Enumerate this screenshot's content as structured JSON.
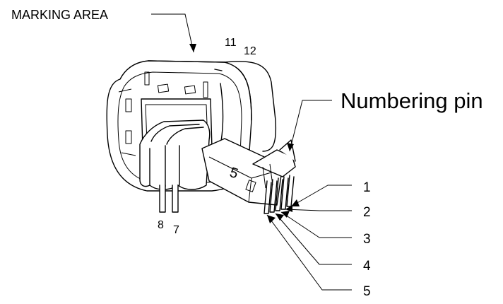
{
  "labels": {
    "marking_area": "MARKING AREA",
    "numbering_pin": "Numbering pin",
    "pin_11": "11",
    "pin_12": "12",
    "pin_8": "8",
    "pin_7": "7",
    "pin_1": "1",
    "pin_2": "2",
    "pin_3": "3",
    "pin_4": "4",
    "pin_5": "5",
    "body_mark": "5"
  }
}
